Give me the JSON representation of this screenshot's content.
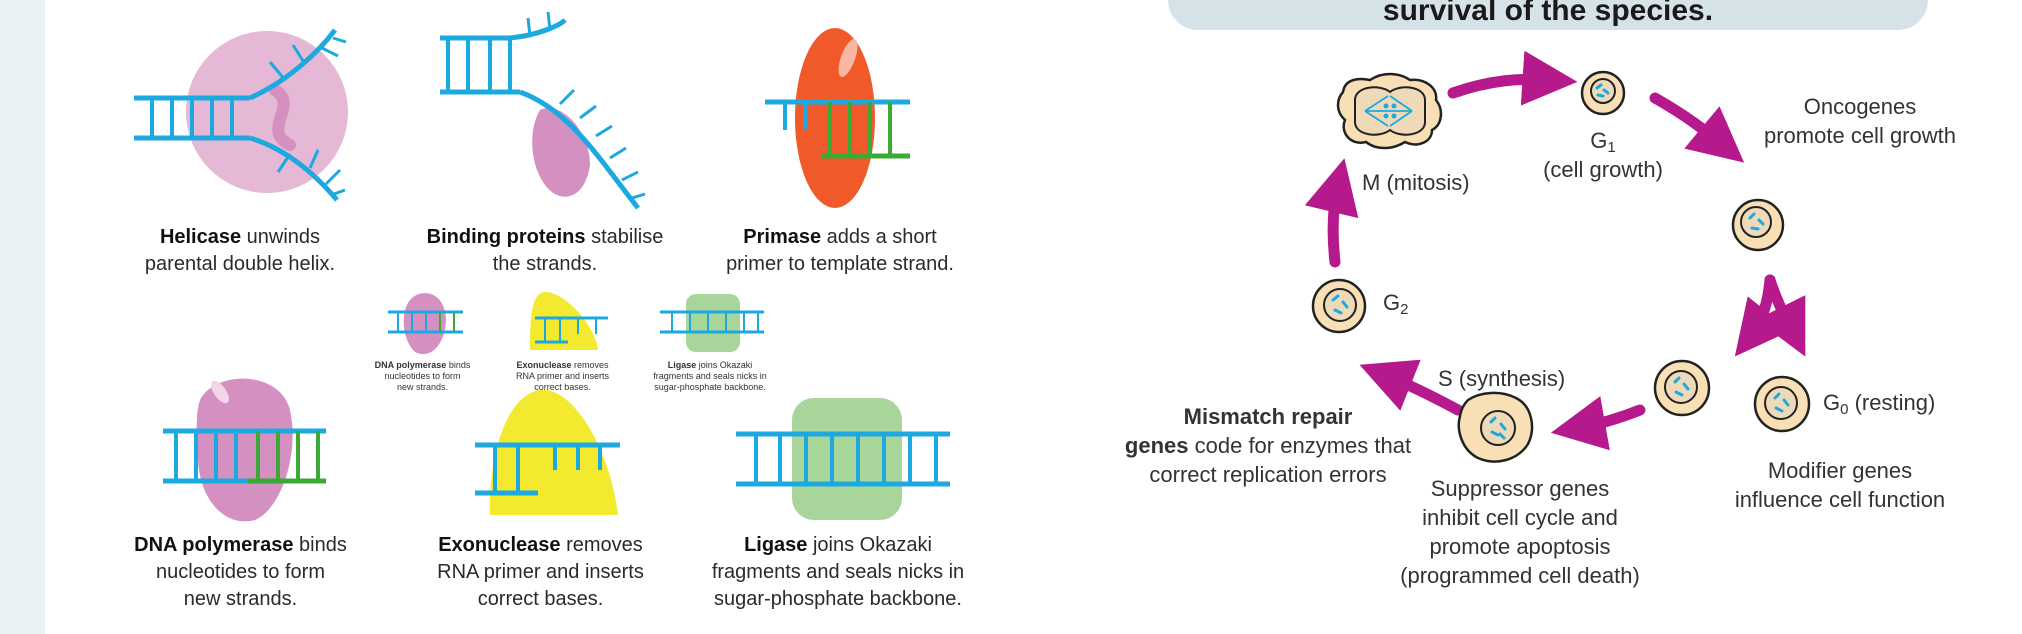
{
  "banner": {
    "text": "survival of the species."
  },
  "enzymes": {
    "helicase": {
      "name": "Helicase",
      "line1": " unwinds",
      "line2": "parental double helix."
    },
    "binding": {
      "name": "Binding proteins",
      "line1": " stabilise",
      "line2": "the strands."
    },
    "primase": {
      "name": "Primase",
      "line1": " adds a short",
      "line2": "primer to template strand."
    },
    "polymerase": {
      "name": "DNA polymerase",
      "line1": " binds",
      "line2": "nucleotides to form",
      "line3": "new strands."
    },
    "exonuclease": {
      "name": "Exonuclease",
      "line1": " removes",
      "line2": "RNA primer and inserts",
      "line3": "correct bases."
    },
    "ligase": {
      "name": "Ligase",
      "line1": " joins Okazaki",
      "line2": "fragments and seals nicks in",
      "line3": "sugar-phosphate backbone."
    }
  },
  "mini": {
    "polymerase": {
      "name": "DNA polymerase",
      "line1": " binds",
      "line2": "nucleotides to form",
      "line3": "new strands."
    },
    "exonuclease": {
      "name": "Exonuclease",
      "line1": " removes",
      "line2": "RNA primer and inserts",
      "line3": "correct bases."
    },
    "ligase": {
      "name": "Ligase",
      "line1": " joins Okazaki",
      "line2": "fragments and seals nicks in",
      "line3": "sugar-phosphate backbone."
    }
  },
  "cycle": {
    "m": "M (mitosis)",
    "g1": "G",
    "g1_sub": "1",
    "g1_desc": "(cell growth)",
    "g2": "G",
    "g2_sub": "2",
    "g0": "G",
    "g0_sub": "0",
    "g0_desc": " (resting)",
    "s": "S (synthesis)",
    "oncogenes": [
      "Oncogenes",
      "promote cell growth"
    ],
    "modifier": [
      "Modifier genes",
      "influence cell function"
    ],
    "suppressor": [
      "Suppressor genes",
      "inhibit cell cycle and",
      "promote apoptosis",
      "(programmed cell death)"
    ],
    "mismatch_bold": [
      "Mismatch repair",
      "genes"
    ],
    "mismatch_rest": [
      " code for enzymes that",
      "correct replication errors"
    ]
  },
  "colors": {
    "dna": "#1ba9e0",
    "primer": "#3aa935",
    "helicase": "#e5b8d6",
    "binding": "#d490c1",
    "primase": "#f05a2b",
    "exonuclease": "#f3ea2f",
    "ligase": "#a7d59a",
    "arrow": "#b5198b",
    "cell": "#f8dfb5",
    "nucleus": "#eed9b8"
  }
}
